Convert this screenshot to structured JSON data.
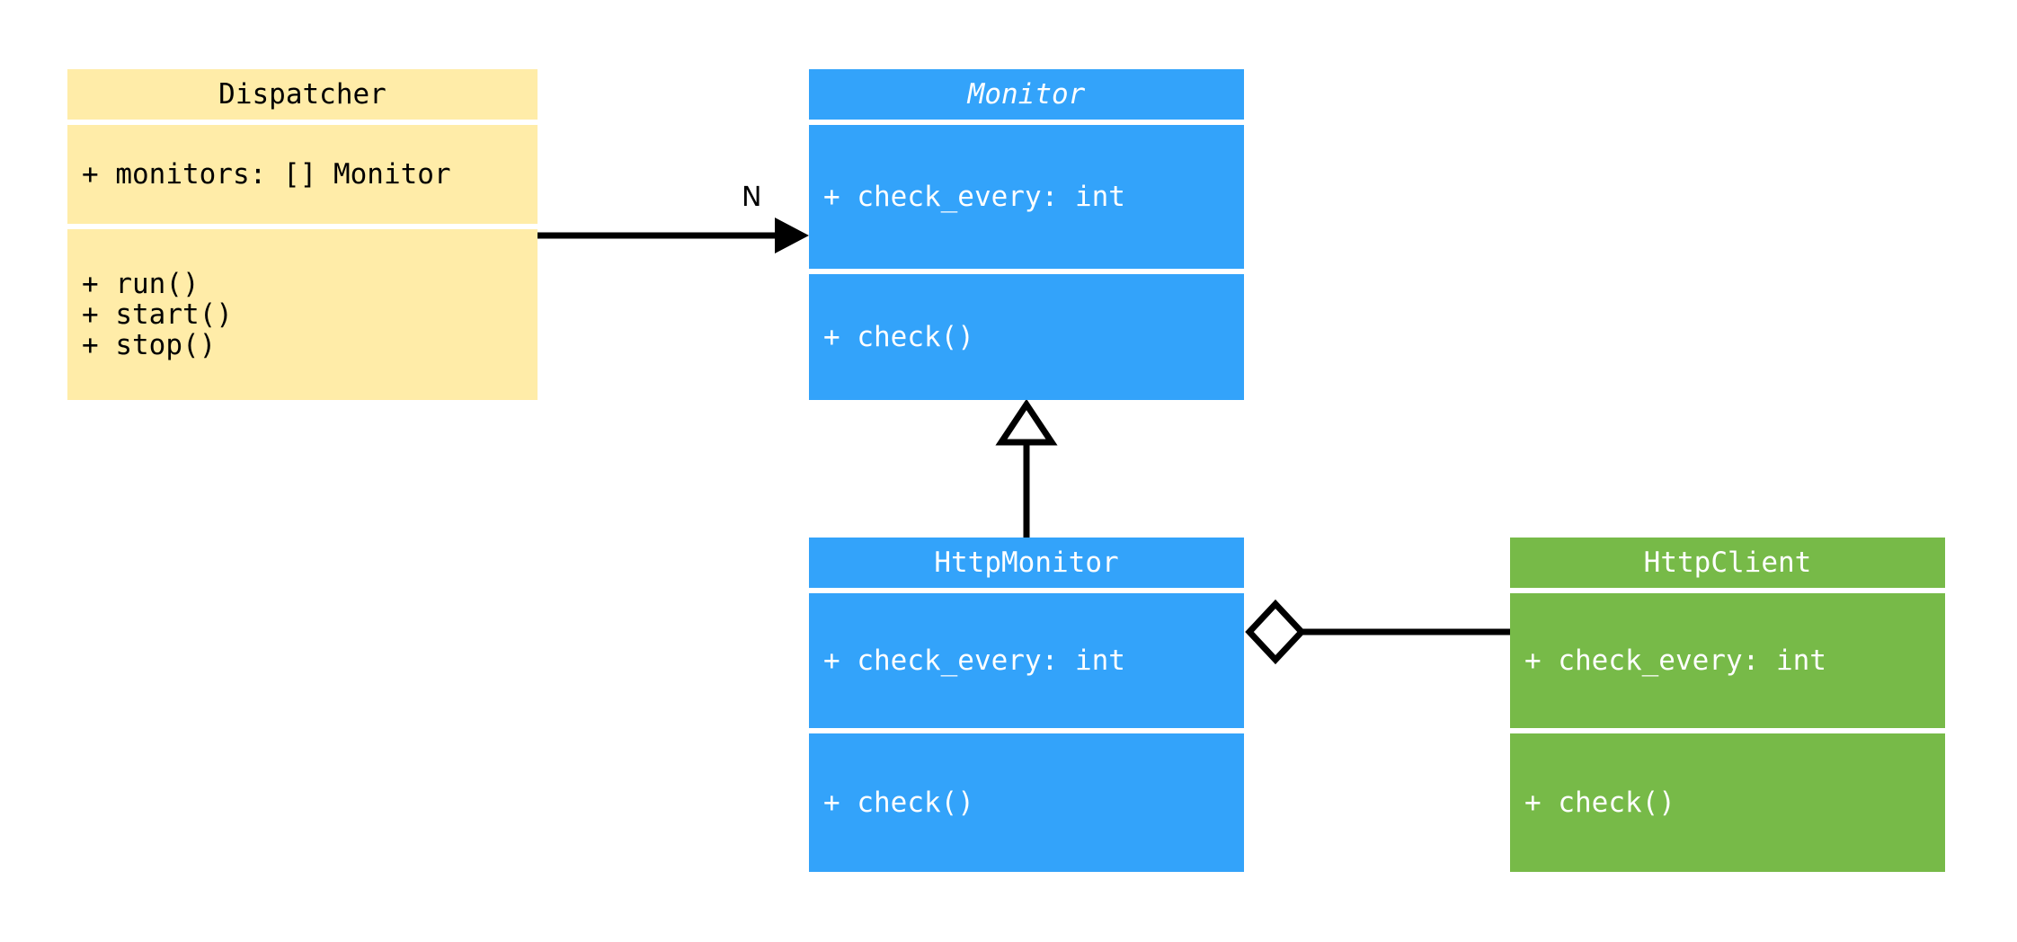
{
  "diagram": {
    "type": "uml-class-diagram",
    "background": "#ffffff",
    "palette": {
      "yellow": "#ffeca8",
      "blue": "#33a3fa",
      "green": "#77ba48",
      "line": "#000000",
      "text_dark": "#000000",
      "text_light": "#ffffff"
    }
  },
  "classes": {
    "dispatcher": {
      "name": "Dispatcher",
      "abstract": false,
      "color": "#ffeca8",
      "attributes": [
        "+ monitors: [] Monitor"
      ],
      "methods": [
        "+ run()",
        "+ start()",
        "+ stop()"
      ]
    },
    "monitor": {
      "name": "Monitor",
      "abstract": true,
      "color": "#33a3fa",
      "attributes": [
        "+ check_every: int"
      ],
      "methods": [
        "+ check()"
      ]
    },
    "http_monitor": {
      "name": "HttpMonitor",
      "abstract": false,
      "color": "#33a3fa",
      "attributes": [
        "+ check_every: int"
      ],
      "methods": [
        "+ check()"
      ]
    },
    "http_client": {
      "name": "HttpClient",
      "abstract": false,
      "color": "#77ba48",
      "attributes": [
        "+ check_every: int"
      ],
      "methods": [
        "+ check()"
      ]
    }
  },
  "relations": {
    "dispatcher_to_monitor": {
      "kind": "association",
      "from": "Dispatcher",
      "to": "Monitor",
      "multiplicity_label": "N",
      "arrow": "filled-arrowhead"
    },
    "httpmonitor_to_monitor": {
      "kind": "generalization",
      "from": "HttpMonitor",
      "to": "Monitor",
      "multiplicity_label": "",
      "arrow": "hollow-triangle"
    },
    "httpmonitor_to_httpclient": {
      "kind": "aggregation",
      "from": "HttpMonitor",
      "to": "HttpClient",
      "multiplicity_label": "",
      "arrow": "hollow-diamond"
    }
  }
}
